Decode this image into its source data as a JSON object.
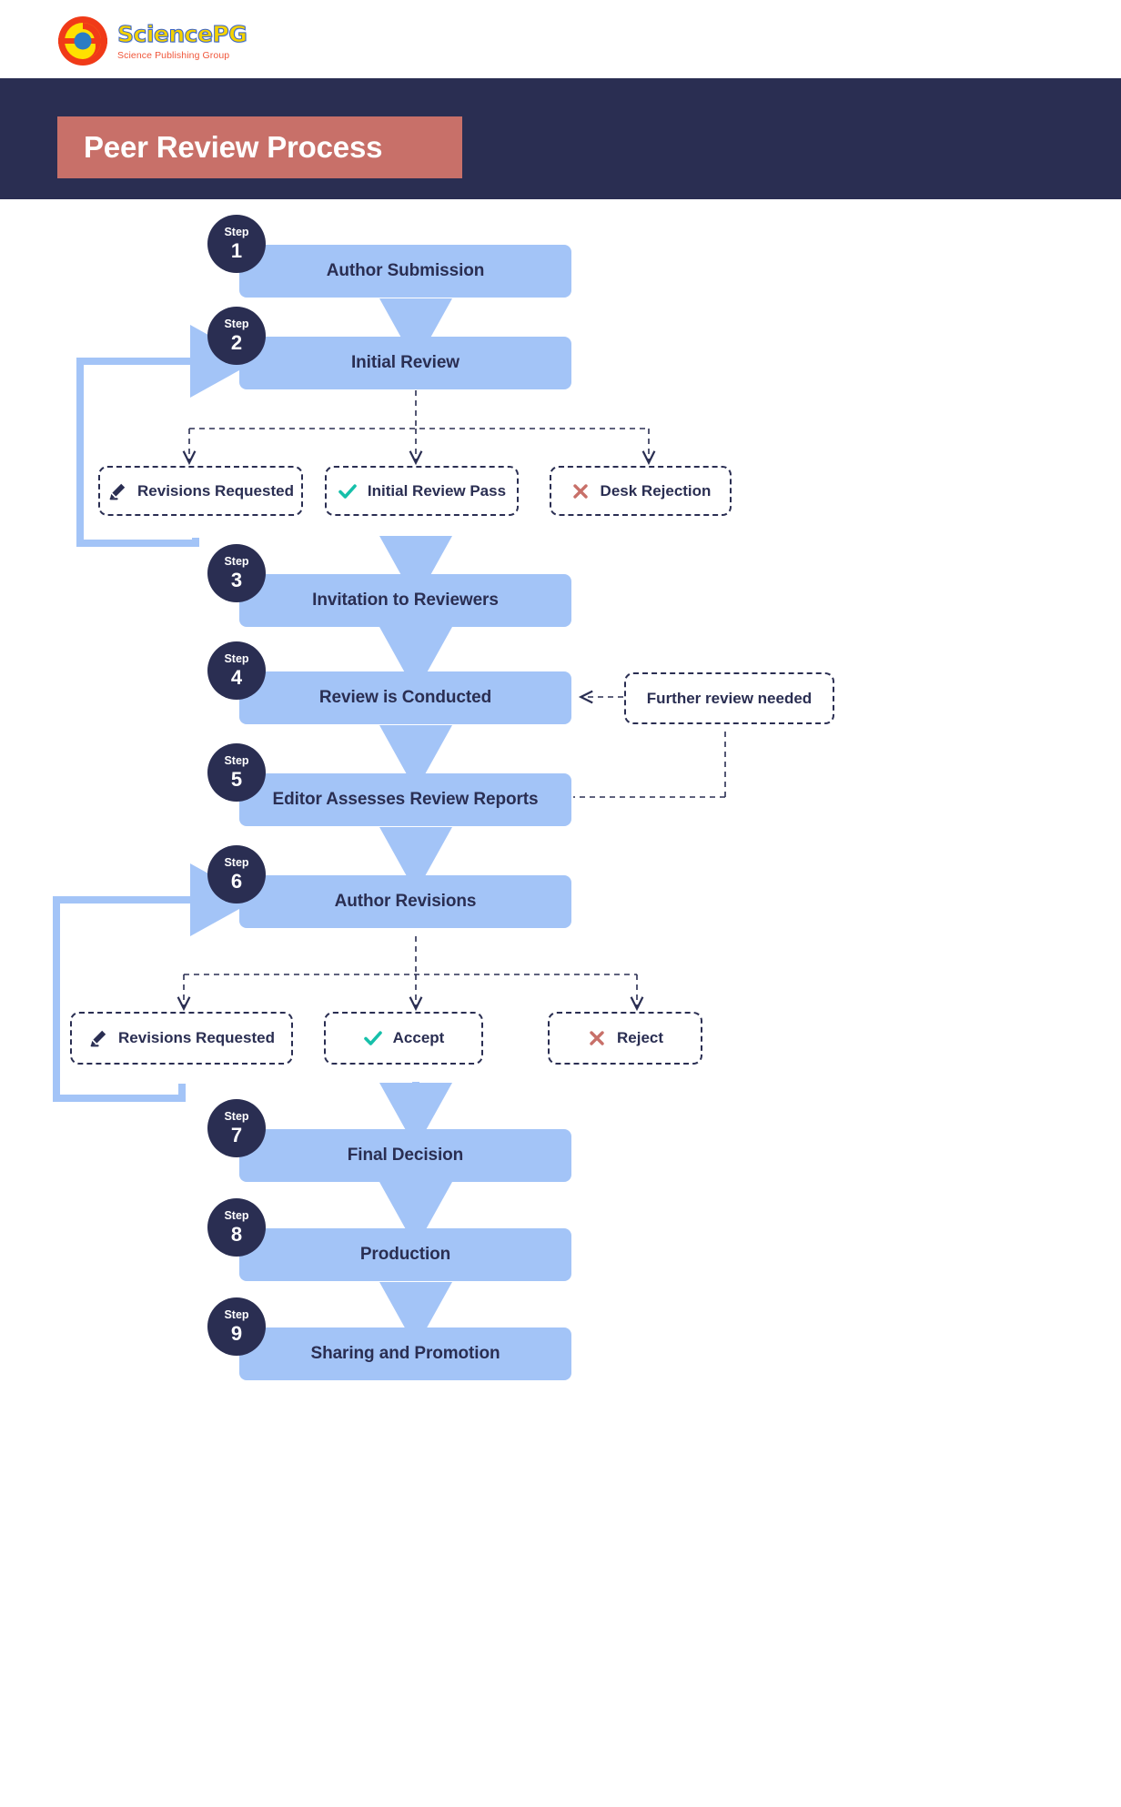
{
  "brand": {
    "logo_title": "SciencePG",
    "logo_subtitle": "Science Publishing Group",
    "logo_icon": "sciencepg-circles-logo"
  },
  "header": {
    "title": "Peer Review Process",
    "band_color": "#2A2E52",
    "title_box_color": "#C87069"
  },
  "colors": {
    "process_box": "#A3C4F7",
    "badge": "#2A2E52",
    "text": "#2A2E52",
    "accept_icon": "#16C0AA",
    "reject_icon": "#C87069",
    "arrow": "#A3C4F7"
  },
  "steps": [
    {
      "label": "Step",
      "number": "1",
      "title": "Author Submission"
    },
    {
      "label": "Step",
      "number": "2",
      "title": "Initial Review"
    },
    {
      "label": "Step",
      "number": "3",
      "title": "Invitation to Reviewers"
    },
    {
      "label": "Step",
      "number": "4",
      "title": "Review is Conducted"
    },
    {
      "label": "Step",
      "number": "5",
      "title": "Editor Assesses Review Reports"
    },
    {
      "label": "Step",
      "number": "6",
      "title": "Author Revisions"
    },
    {
      "label": "Step",
      "number": "7",
      "title": "Final Decision"
    },
    {
      "label": "Step",
      "number": "8",
      "title": "Production"
    },
    {
      "label": "Step",
      "number": "9",
      "title": "Sharing and Promotion"
    }
  ],
  "decisions_initial": [
    {
      "label": "Revisions Requested",
      "icon": "pencil-icon"
    },
    {
      "label": "Initial Review Pass",
      "icon": "check-icon"
    },
    {
      "label": "Desk Rejection",
      "icon": "cross-icon"
    }
  ],
  "decisions_revision": [
    {
      "label": "Revisions Requested",
      "icon": "pencil-icon"
    },
    {
      "label": "Accept",
      "icon": "check-icon"
    },
    {
      "label": "Reject",
      "icon": "cross-icon"
    }
  ],
  "side_note": {
    "label": "Further review needed"
  }
}
